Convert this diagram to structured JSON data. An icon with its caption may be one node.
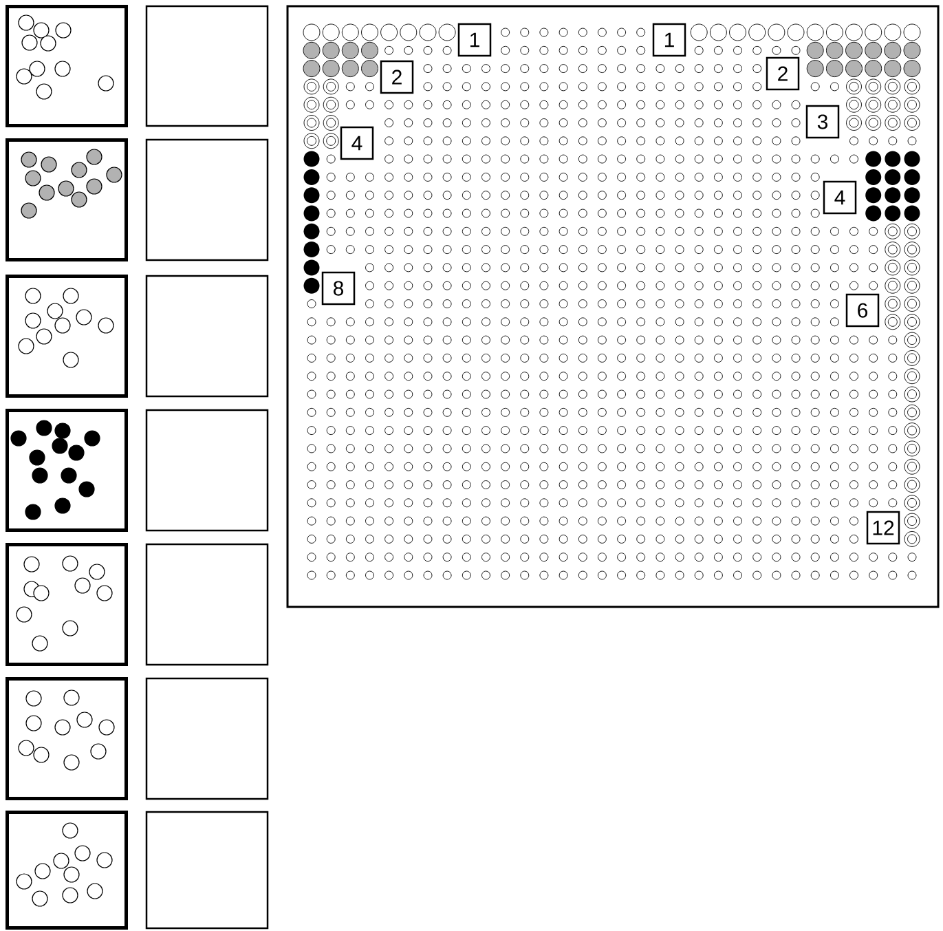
{
  "diagram": {
    "nodes": [
      {
        "text": [
          "1"
        ]
      },
      {
        "text": [
          "1"
        ]
      },
      {
        "text": [
          "2"
        ]
      },
      {
        "text": [
          "2"
        ]
      },
      {
        "text": [
          "3"
        ]
      },
      {
        "text": [
          "4"
        ]
      },
      {
        "text": [
          "4"
        ]
      },
      {
        "text": [
          "8"
        ]
      },
      {
        "text": [
          "6"
        ]
      },
      {
        "text": [
          "12"
        ]
      },
      {
        "text": [],
        "shape": "box"
      },
      {
        "text": [],
        "shape": "box"
      },
      {
        "text": [],
        "shape": "box"
      },
      {
        "text": [],
        "shape": "box"
      },
      {
        "text": [],
        "shape": "box"
      },
      {
        "text": [],
        "shape": "box"
      },
      {
        "text": [],
        "shape": "box"
      },
      {
        "text": [],
        "shape": "box"
      },
      {
        "text": [],
        "shape": "box"
      },
      {
        "text": [],
        "shape": "box"
      },
      {
        "text": [],
        "shape": "box"
      },
      {
        "text": [],
        "shape": "box"
      },
      {
        "text": [],
        "shape": "box"
      },
      {
        "text": [],
        "shape": "box"
      }
    ]
  }
}
